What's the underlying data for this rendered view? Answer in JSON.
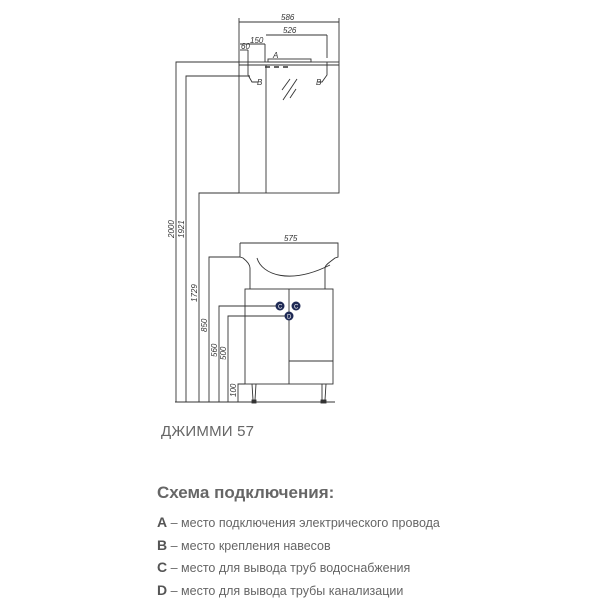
{
  "drawing": {
    "dimensions": {
      "mirror_width": "586",
      "mirror_inner": "526",
      "offset_150": "150",
      "offset_60": "60",
      "vanity_width": "575",
      "h_2000": "2000",
      "h_1921": "1921",
      "h_1729": "1729",
      "h_850": "850",
      "h_560": "560",
      "h_500": "500",
      "h_100": "100"
    },
    "markers": {
      "a": "A",
      "b": "B",
      "c": "C",
      "d": "D"
    },
    "colors": {
      "line": "#333333",
      "marker": "#1f2a55"
    }
  },
  "model_name": "ДЖИММИ 57",
  "scheme": {
    "heading": "Схема подключения:",
    "items": [
      {
        "key": "A",
        "text": " – место подключения электрического провода"
      },
      {
        "key": "B",
        "text": " – место крепления навесов"
      },
      {
        "key": "C",
        "text": " – место для вывода труб водоснабжения"
      },
      {
        "key": "D",
        "text": " – место для вывода трубы канализации"
      }
    ]
  }
}
